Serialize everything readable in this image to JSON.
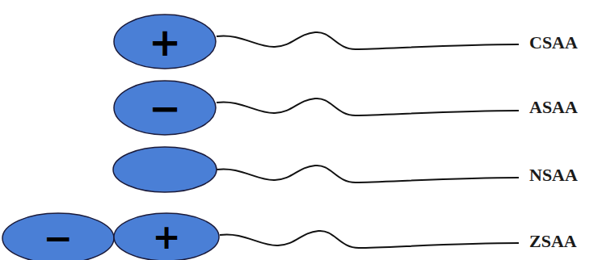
{
  "diagram": {
    "nodes": [
      {
        "text": [
          "+"
        ]
      },
      {
        "text": [
          "−"
        ]
      },
      {
        "text": [
          "−"
        ]
      },
      {
        "text": [
          "+"
        ]
      }
    ],
    "labels": [
      "CSAA",
      "ASAA",
      "NSAA",
      "ZSAA"
    ]
  }
}
